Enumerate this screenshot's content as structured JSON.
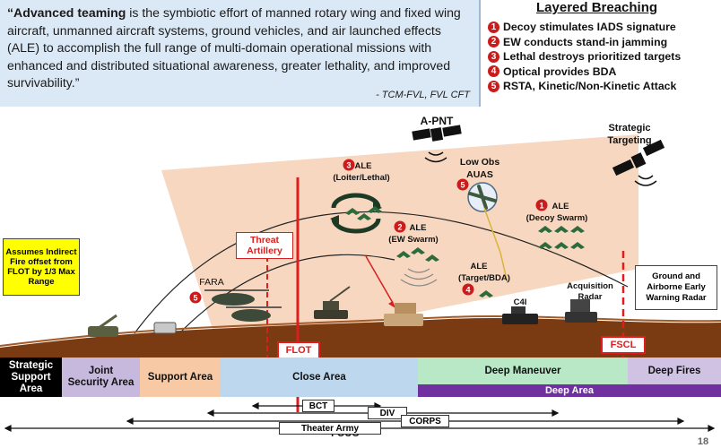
{
  "quote": {
    "open": "“",
    "lead": "Advanced teaming",
    "body": " is the symbiotic effort of manned rotary wing and fixed wing aircraft, unmanned aircraft systems, ground vehicles, and air launched effects (ALE) to accomplish the full range of multi-domain operational missions with enhanced and distributed situational awareness, greater lethality, and improved survivability.”",
    "source": "- TCM-FVL, FVL CFT"
  },
  "breaching": {
    "title": "Layered Breaching",
    "items": [
      {
        "num": "1",
        "text": "Decoy stimulates IADS signature"
      },
      {
        "num": "2",
        "text": "EW conducts stand-in jamming"
      },
      {
        "num": "3",
        "text": "Lethal destroys prioritized targets"
      },
      {
        "num": "4",
        "text": "Optical provides BDA"
      },
      {
        "num": "5",
        "text": "RSTA, Kinetic/Non-Kinetic Attack"
      }
    ]
  },
  "labels": {
    "apnt": "A-PNT",
    "strategic_1": "Strategic",
    "strategic_2": "Targeting",
    "low_obs_1": "Low Obs",
    "low_obs_2": "AUAS",
    "ale3_num": "3",
    "ale3_1": "ALE",
    "ale3_2": "(Loiter/Lethal)",
    "ale2_num": "2",
    "ale2_1": "ALE",
    "ale2_2": "(EW Swarm)",
    "ale1_num": "1",
    "ale1_1": "ALE",
    "ale1_2": "(Decoy Swarm)",
    "ale4_num": "4",
    "ale4_1": "ALE",
    "ale4_2": "(Target/BDA)",
    "auas_num": "5",
    "fara": "FARA",
    "fara_num": "5",
    "c4i": "C4I",
    "acq_1": "Acquisition",
    "acq_2": "Radar",
    "threat_1": "Threat",
    "threat_2": "Artillery",
    "flot": "FLOT",
    "fscl": "FSCL",
    "indirect": "Assumes Indirect Fire offset from FLOT by 1/3 Max Range",
    "gaewr": "Ground and Airborne Early Warning Radar"
  },
  "zones": {
    "strategic": "Strategic Support Area",
    "joint": "Joint Security Area",
    "support": "Support Area",
    "close": "Close Area",
    "deep_maneuver": "Deep Maneuver",
    "deep_fires": "Deep Fires",
    "deep_area": "Deep Area"
  },
  "ranges": {
    "bct": "BCT",
    "div": "DIV",
    "corps": "CORPS",
    "theater": "Theater Army"
  },
  "footer": {
    "fouo": "FOUO",
    "page": "18"
  },
  "colors": {
    "flot_red": "#e01c1c",
    "threat_red": "#d62020",
    "badge_red": "#cc1b1b",
    "indirect_yellow": "#ffff00",
    "close_blue": "#bcd7ee",
    "deep_maneuver_green": "#b9e8c6",
    "deep_area_purple": "#7030a0",
    "deep_fires_lavender": "#cfc2e3",
    "joint_lavender": "#c7b9de",
    "support_peach": "#f7caa5",
    "ground_brown": "#7a3b12",
    "fan_peach": "#f6d3b8"
  }
}
